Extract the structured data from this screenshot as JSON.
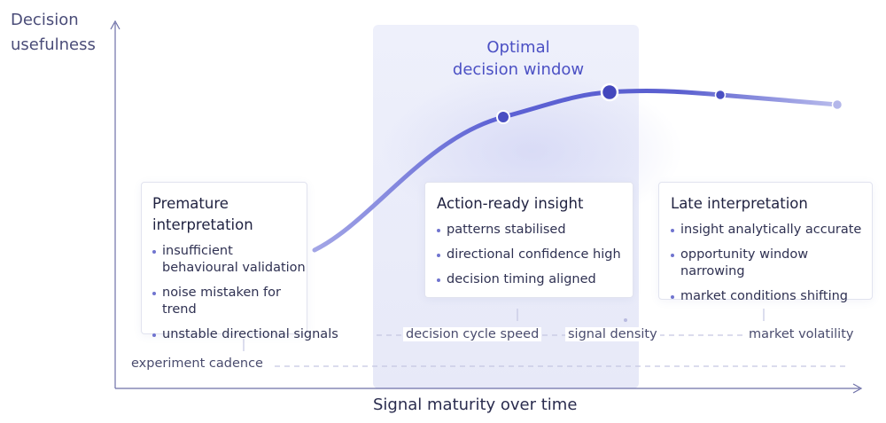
{
  "axes": {
    "y_title": "Decision\nusefulness",
    "x_title": "Signal maturity over time"
  },
  "optimal_window": {
    "title": "Optimal\ndecision window"
  },
  "cards": [
    {
      "title": "Premature\ninterpretation",
      "items": [
        "insufficient behavioural validation",
        "noise mistaken for trend",
        "unstable directional signals"
      ]
    },
    {
      "title": "Action-ready insight",
      "items": [
        "patterns stabilised",
        "directional confidence high",
        "decision timing aligned"
      ]
    },
    {
      "title": "Late interpretation",
      "items": [
        "insight analytically accurate",
        "opportunity window narrowing",
        "market conditions shifting"
      ]
    }
  ],
  "factors": [
    "decision cycle speed",
    "signal density",
    "market volatility"
  ],
  "cadence_label": "experiment cadence",
  "colors": {
    "accent": "#4b50c4",
    "curve": "#6a6fd6",
    "window_fill": "#eceefa",
    "axis": "#6e70a8",
    "dashed": "#c5c7e2"
  }
}
